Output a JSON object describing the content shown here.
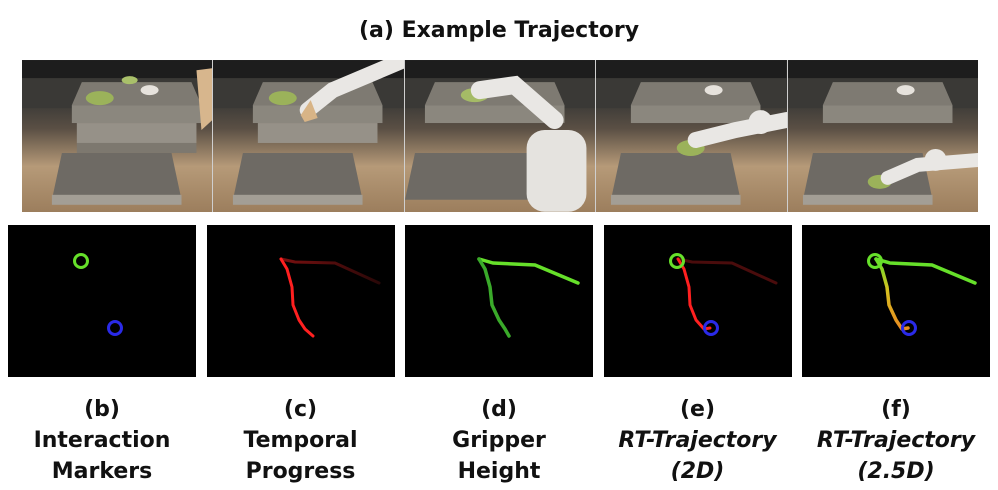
{
  "title": "(a) Example Trajectory",
  "panels": [
    {
      "letter": "(b)",
      "line1": "Interaction",
      "line2": "Markers",
      "italic": false
    },
    {
      "letter": "(c)",
      "line1": "Temporal",
      "line2": "Progress",
      "italic": false
    },
    {
      "letter": "(d)",
      "line1": "Gripper",
      "line2": "Height",
      "italic": false
    },
    {
      "letter": "(e)",
      "line1": "RT-Trajectory",
      "line2": "(2D)",
      "italic": true
    },
    {
      "letter": "(f)",
      "line1": "RT-Trajectory",
      "line2": "(2.5D)",
      "italic": true
    }
  ],
  "colors": {
    "start_marker": "#66e02a",
    "end_marker": "#2a2ae8",
    "progress_start": "#ff2020",
    "progress_end": "#3a0a0a",
    "height_low": "#1f8a1f",
    "height_high": "#66e02a",
    "mid_yellow": "#e0c020"
  }
}
